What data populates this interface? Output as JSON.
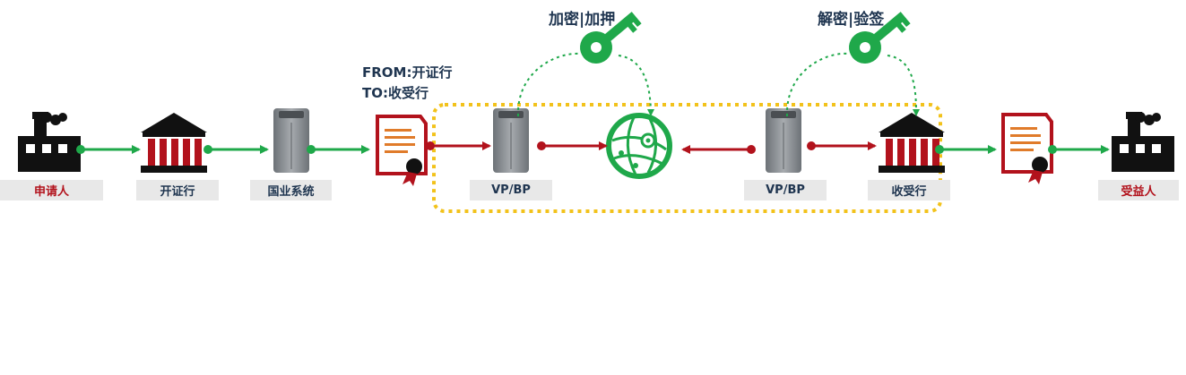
{
  "nodes": {
    "applicant": "申请人",
    "issuing_bank": "开证行",
    "domestic_system": "国业系统",
    "vpbp_left": "VP/BP",
    "vpbp_right": "VP/BP",
    "receiving_bank": "收受行",
    "beneficiary": "受益人"
  },
  "annotations": {
    "encrypt_sign": "加密|加押",
    "decrypt_verify": "解密|验签",
    "from_line": "FROM:开证行",
    "to_line": "TO:收受行"
  },
  "colors": {
    "green": "#1fa84a",
    "red": "#b2121c",
    "yellow": "#f2c21b",
    "label_bg": "#e8e8e8",
    "text_dark": "#1f3550",
    "server_gray": "#8e9296"
  }
}
